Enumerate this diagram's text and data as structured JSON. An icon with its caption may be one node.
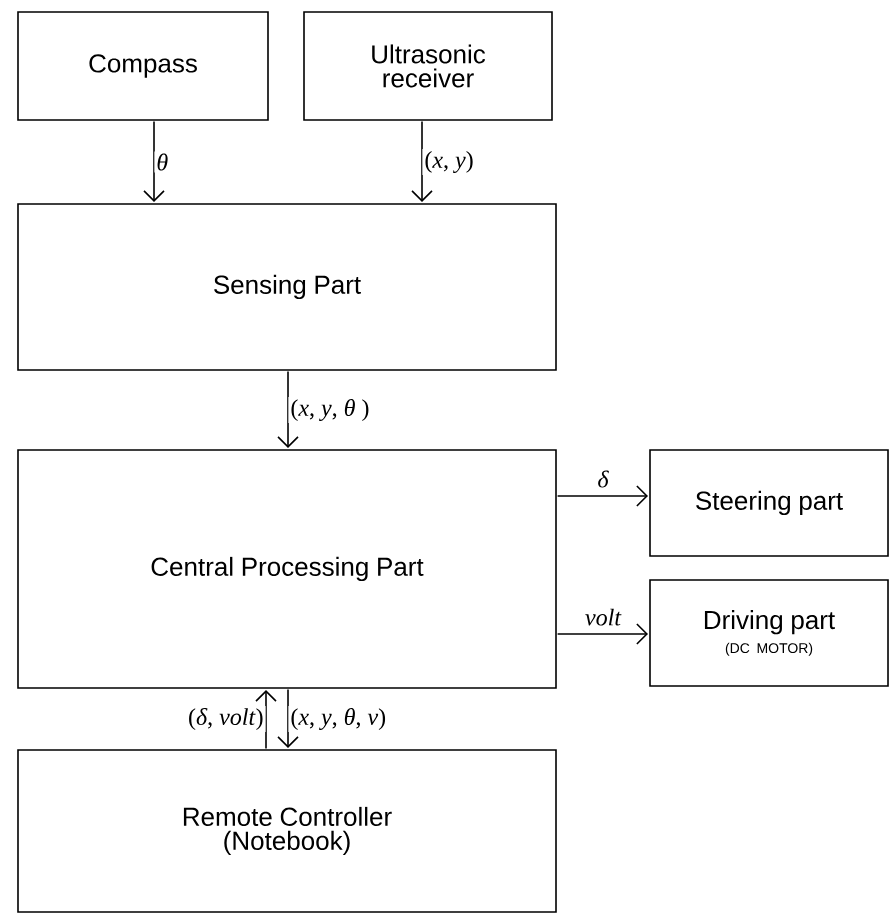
{
  "diagram": {
    "nodes": [
      {
        "text": [
          "Compass"
        ]
      },
      {
        "text": [
          "Ultrasonic receiver"
        ]
      },
      {
        "text": [
          "Sensing Part"
        ]
      },
      {
        "text": [
          "Central Processing Part"
        ]
      },
      {
        "text": [
          "Steering part"
        ]
      },
      {
        "text": [
          "Driving part",
          "(DC MOTOR)"
        ]
      },
      {
        "text": [
          "Remote Controller (Notebook)"
        ]
      }
    ],
    "edges": [
      {
        "from": 0,
        "to": 2,
        "arrow": "to",
        "label": "θ"
      },
      {
        "from": 1,
        "to": 2,
        "arrow": "to",
        "label": "(*x*, *y*)"
      },
      {
        "from": 2,
        "to": 3,
        "arrow": "to",
        "label": "(*x*, *y*, *θ* )"
      },
      {
        "from": 3,
        "to": 4,
        "arrow": "to",
        "label": "δ"
      },
      {
        "from": 3,
        "to": 5,
        "arrow": "to",
        "label": "volt"
      },
      {
        "from": 6,
        "to": 3,
        "arrow": "to",
        "label": "(*δ*, *volt*)"
      },
      {
        "from": 3,
        "to": 6,
        "arrow": "to",
        "label": "(*x*, *y*, *θ*, *v*)"
      }
    ]
  }
}
